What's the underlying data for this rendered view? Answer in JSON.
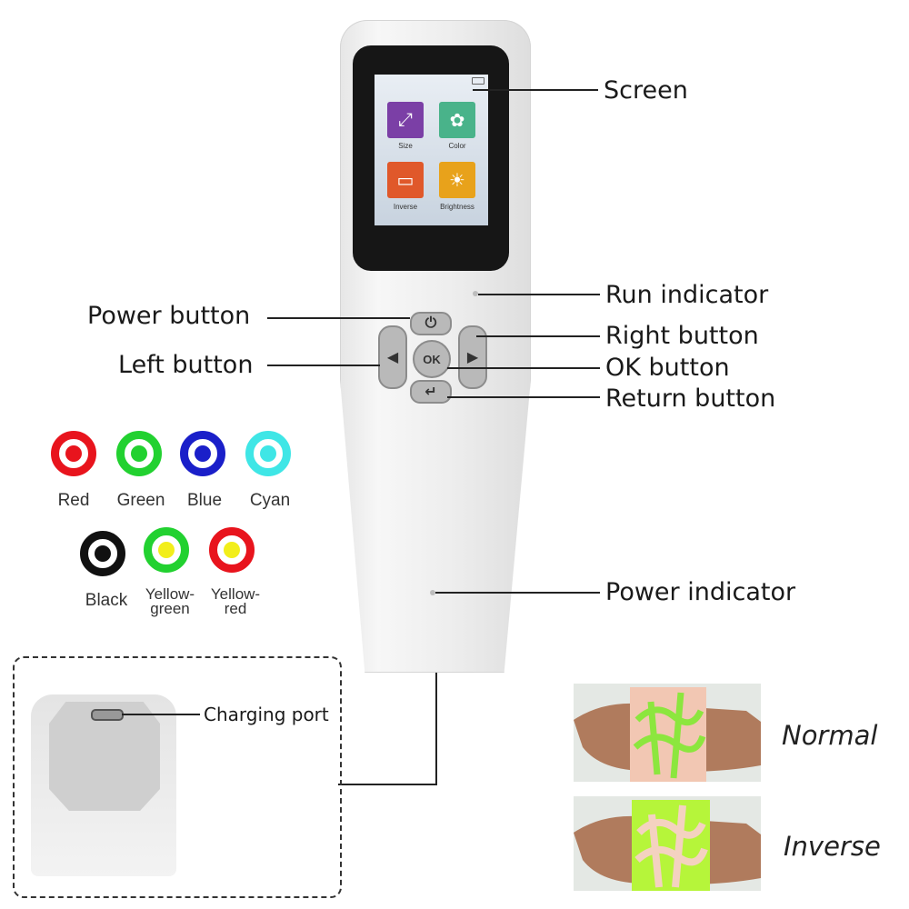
{
  "callouts": {
    "screen": "Screen",
    "run_indicator": "Run indicator",
    "power_button": "Power button",
    "right_button": "Right button",
    "left_button": "Left button",
    "ok_button": "OK button",
    "return_button": "Return button",
    "power_indicator": "Power indicator",
    "charging_port": "Charging port"
  },
  "device_screen": {
    "menu": [
      {
        "label": "Size",
        "color": "#7b3fa6",
        "icon": "resize-icon"
      },
      {
        "label": "Color",
        "color": "#49b38a",
        "icon": "clover-icon"
      },
      {
        "label": "Inverse",
        "color": "#e0582a",
        "icon": "laptop-icon"
      },
      {
        "label": "Brightness",
        "color": "#e8a21b",
        "icon": "sun-icon"
      }
    ]
  },
  "buttons": {
    "ok_label": "OK"
  },
  "color_modes": [
    {
      "label": "Red",
      "ring": "#e8141d",
      "inner": "#e8141d"
    },
    {
      "label": "Green",
      "ring": "#22d130",
      "inner": "#22d130"
    },
    {
      "label": "Blue",
      "ring": "#1a1fc9",
      "inner": "#1a1fc9"
    },
    {
      "label": "Cyan",
      "ring": "#3fe6e6",
      "inner": "#3fe6e6"
    },
    {
      "label": "Black",
      "ring": "#111111",
      "inner": "#111111"
    },
    {
      "label_line1": "Yellow-",
      "label_line2": "green",
      "ring": "#22d130",
      "inner": "#f2ee1a"
    },
    {
      "label_line1": "Yellow-",
      "label_line2": "red",
      "ring": "#e8141d",
      "inner": "#f2ee1a"
    }
  ],
  "projection_modes": {
    "normal": "Normal",
    "inverse": "Inverse"
  }
}
